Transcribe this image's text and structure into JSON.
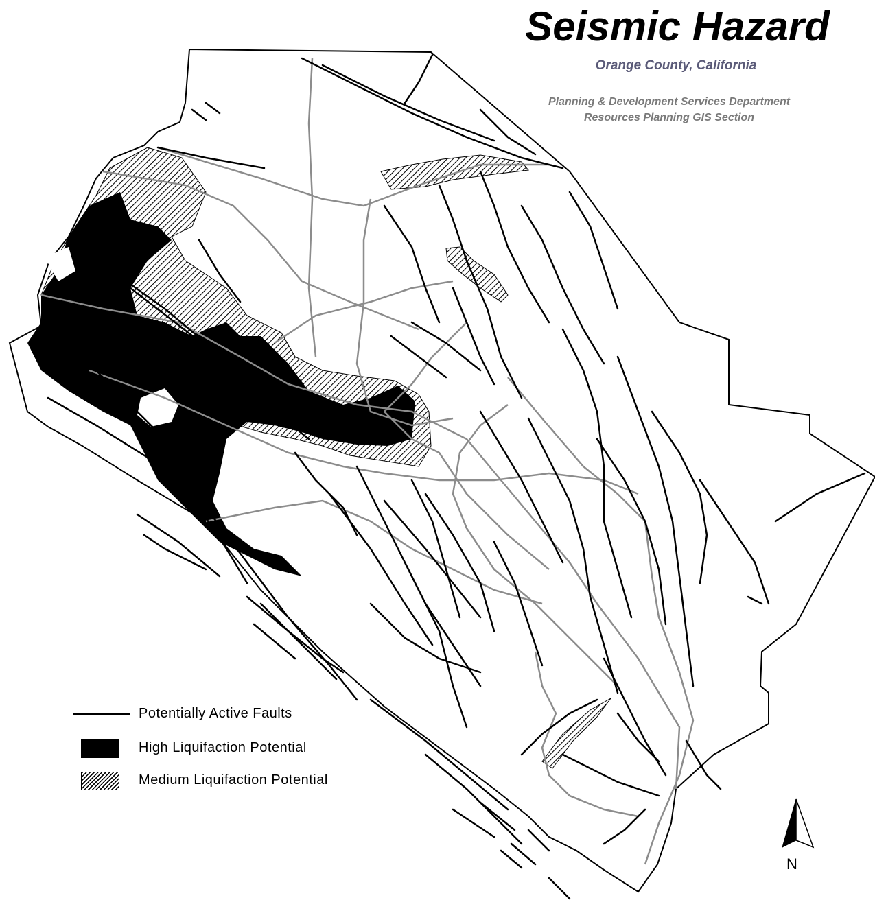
{
  "title": "Seismic Hazard",
  "subtitle": "Orange County, California",
  "department": {
    "line1": "Planning & Development Services Department",
    "line2": "Resources Planning GIS Section"
  },
  "legend": {
    "faults_label": "Potentially Active Faults",
    "high_label": "High Liquifaction Potential",
    "medium_label": "Medium Liquifaction Potential"
  },
  "north_arrow": {
    "label": "N"
  },
  "colors": {
    "fault": "#000000",
    "high_liquefaction": "#000000",
    "medium_liquefaction_hatch": "#000000",
    "roads": "#8c8c8c",
    "subtitle": "#5a5a78",
    "department": "#7a7a7a"
  }
}
